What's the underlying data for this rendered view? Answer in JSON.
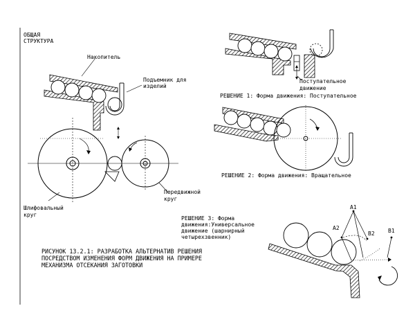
{
  "general": {
    "line1": "ОБЩАЯ",
    "line2": "СТРУКТУРА"
  },
  "labels": {
    "storage": "Накопитель",
    "lifter_line1": "Подъемник для",
    "lifter_line2": "изделий",
    "grinding_line1": "Шлифовальный",
    "grinding_line2": "круг",
    "moving_line1": "Передвижной",
    "moving_line2": "круг",
    "translational_line1": "Поступательное",
    "translational_line2": "движение",
    "sol1": "РЕШЕНИЕ 1: Форма движения: Поступательное",
    "sol2": "РЕШЕНИЕ 2: Форма движения: Вращательное",
    "sol3_line1": "РЕШЕНИЕ 3: Форма",
    "sol3_line2": "движения:Универсальное",
    "sol3_line3": "движение (шарнирный",
    "sol3_line4": "четырехзвенник)",
    "pt_a1": "A1",
    "pt_a2": "A2",
    "pt_b1": "B1",
    "pt_b2": "B2"
  },
  "caption": {
    "line1": "РИСУНОК 13.2.1: РАЗРАБОТКА АЛЬТЕРНАТИВ РЕШЕНИЯ",
    "line2": "ПОСРЕДСТВОМ ИЗМЕНЕНИЯ ФОРМ ДВИЖЕНИЯ НА ПРИМЕРЕ",
    "line3": "МЕХАНИЗМА ОТСЕКАНИЯ ЗАГОТОВКИ"
  }
}
